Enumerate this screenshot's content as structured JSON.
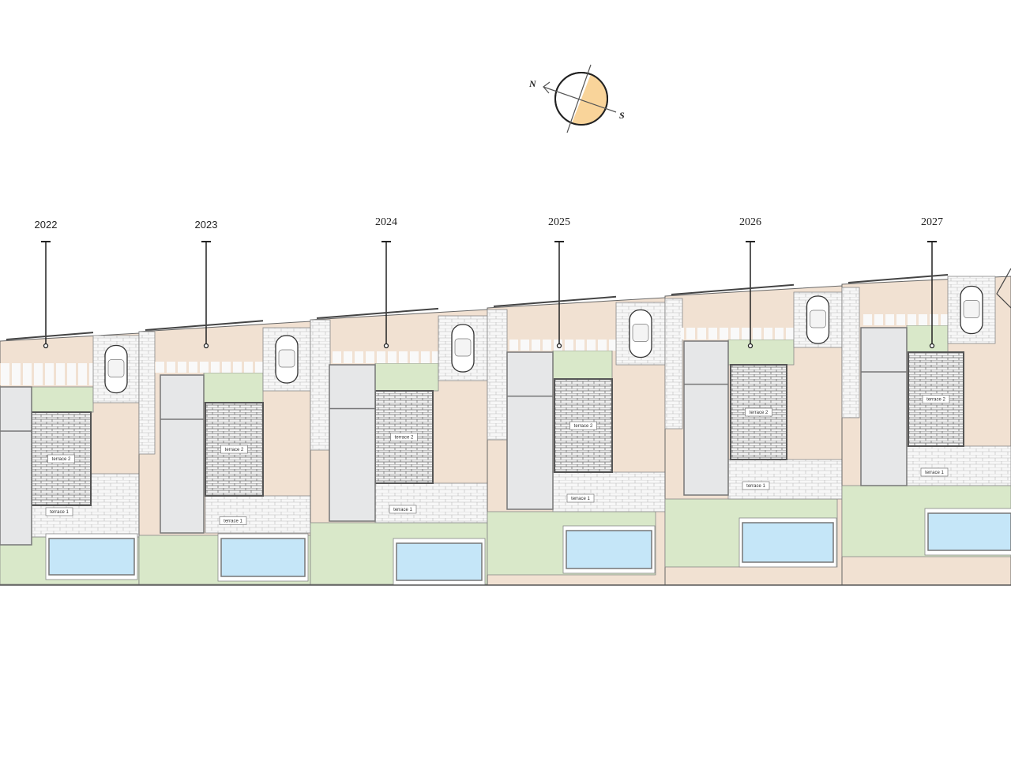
{
  "compass": {
    "north_label": "N",
    "south_label": "S",
    "sun_color": "#f9d49a"
  },
  "lots": [
    {
      "number": "2022",
      "terrace_upper": "terrace 2",
      "terrace_lower": "terrace 1"
    },
    {
      "number": "2023",
      "terrace_upper": "terrace 2",
      "terrace_lower": "terrace 1"
    },
    {
      "number": "2024",
      "terrace_upper": "terrace 2",
      "terrace_lower": "terrace 1"
    },
    {
      "number": "2025",
      "terrace_upper": "terrace 2",
      "terrace_lower": "terrace 1"
    },
    {
      "number": "2026",
      "terrace_upper": "terrace 2",
      "terrace_lower": "terrace 1"
    },
    {
      "number": "2027",
      "terrace_upper": "terrace 2",
      "terrace_lower": "terrace 1"
    }
  ],
  "colors": {
    "garden": "#d9e8c9",
    "yard": "#f1e1d2",
    "paving": "#f7f7f7",
    "house": "#e6e7e8",
    "pool": "#c5e6f8",
    "terrace": "#eeeeee"
  }
}
